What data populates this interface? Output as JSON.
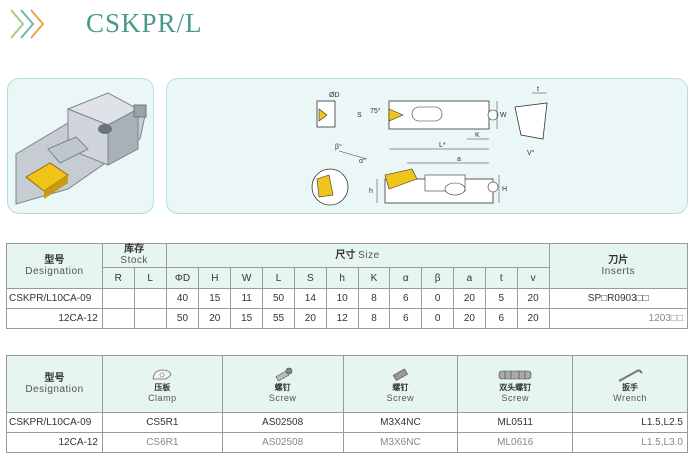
{
  "header": {
    "title": "CSKPR/L"
  },
  "table1": {
    "designation_cn": "型号",
    "designation_en": "Designation",
    "stock_cn": "库存",
    "stock_en": "Stock",
    "size_cn": "尺寸",
    "size_en": "Size",
    "inserts_cn": "刀片",
    "inserts_en": "Inserts",
    "stock_cols": [
      "R",
      "L"
    ],
    "size_cols": [
      "ΦD",
      "H",
      "W",
      "L",
      "S",
      "h",
      "K",
      "α",
      "β",
      "a",
      "t",
      "v"
    ],
    "rows": [
      {
        "designation": "CSKPR/L10CA-09",
        "R": "",
        "L": "",
        "values": [
          "40",
          "15",
          "11",
          "50",
          "14",
          "10",
          "8",
          "6",
          "0",
          "20",
          "5",
          "20"
        ],
        "insert": "SP□R0903□□"
      },
      {
        "designation": "12CA-12",
        "R": "",
        "L": "",
        "values": [
          "50",
          "20",
          "15",
          "55",
          "20",
          "12",
          "8",
          "6",
          "0",
          "20",
          "6",
          "20"
        ],
        "insert": "1203□□"
      }
    ]
  },
  "table2": {
    "designation_cn": "型号",
    "designation_en": "Designation",
    "clamp_cn": "压板",
    "clamp_en": "Clamp",
    "screw1_cn": "螺钉",
    "screw1_en": "Screw",
    "screw2_cn": "螺钉",
    "screw2_en": "Screw",
    "screw3_cn": "双头螺钉",
    "screw3_en": "Screw",
    "wrench_cn": "扳手",
    "wrench_en": "Wrench",
    "rows": [
      {
        "designation": "CSKPR/L10CA-09",
        "clamp": "CS5R1",
        "screw1": "AS02508",
        "screw2": "M3X4NC",
        "screw3": "ML0511",
        "wrench": "L1.5,L2.5"
      },
      {
        "designation": "12CA-12",
        "clamp": "CS6R1",
        "screw1": "AS02508",
        "screw2": "M3X6NC",
        "screw3": "ML0616",
        "wrench": "L1.5,L3.0"
      }
    ]
  },
  "diagram": {
    "label_OD": "ØD",
    "label_S": "S",
    "label_75": "75°",
    "label_W": "W",
    "label_K": "K",
    "label_L": "L*",
    "label_t": "t",
    "label_V": "V°",
    "label_beta": "β°",
    "label_alpha": "α°",
    "label_a": "a",
    "label_H": "H",
    "label_h": "h"
  },
  "colors": {
    "accent": "#4a9a8b",
    "panel_bg": "#eaf7f6",
    "insert": "#f0c419"
  }
}
